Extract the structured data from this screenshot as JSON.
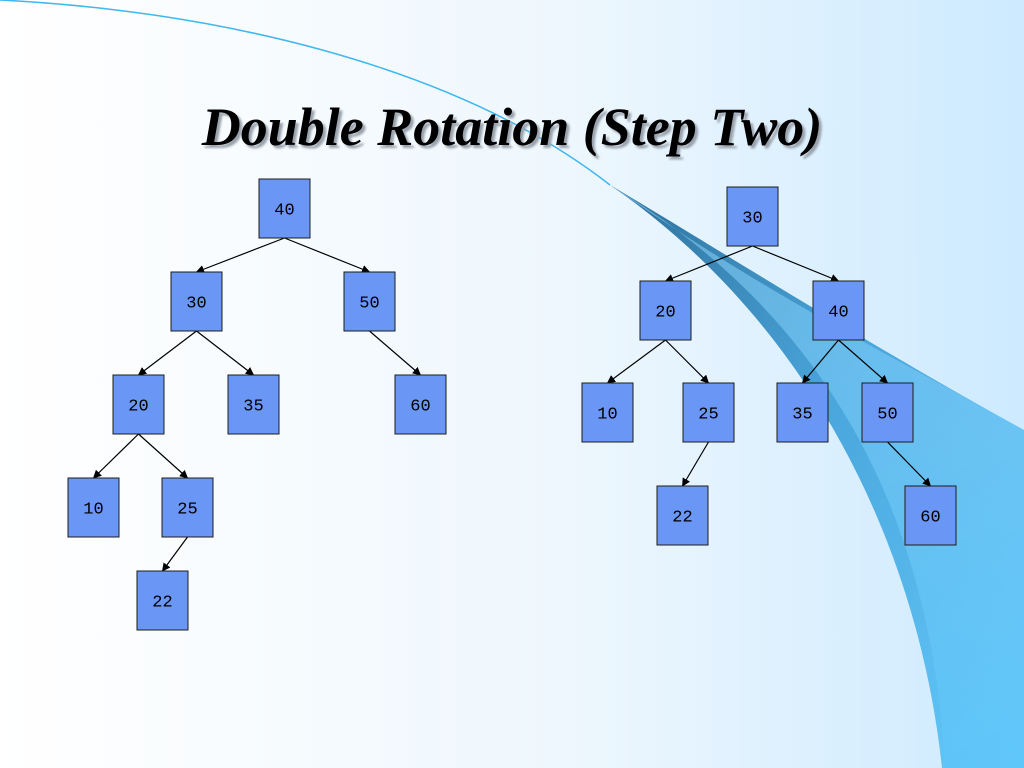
{
  "slide": {
    "title": "Double Rotation (Step Two)"
  },
  "colors": {
    "node_fill": "#6a96f5",
    "node_border": "#1c1c1c",
    "edge": "#000000",
    "accent_swoosh": "#5ac8fa"
  },
  "trees": [
    {
      "id": "before",
      "nodes": [
        {
          "id": "b40",
          "label": "40",
          "parent": null
        },
        {
          "id": "b30",
          "label": "30",
          "parent": "b40"
        },
        {
          "id": "b50",
          "label": "50",
          "parent": "b40"
        },
        {
          "id": "b20",
          "label": "20",
          "parent": "b30"
        },
        {
          "id": "b35",
          "label": "35",
          "parent": "b30"
        },
        {
          "id": "b60",
          "label": "60",
          "parent": "b50"
        },
        {
          "id": "b10",
          "label": "10",
          "parent": "b20"
        },
        {
          "id": "b25",
          "label": "25",
          "parent": "b20"
        },
        {
          "id": "b22",
          "label": "22",
          "parent": "b25"
        }
      ]
    },
    {
      "id": "after",
      "nodes": [
        {
          "id": "a30",
          "label": "30",
          "parent": null
        },
        {
          "id": "a20",
          "label": "20",
          "parent": "a30"
        },
        {
          "id": "a40",
          "label": "40",
          "parent": "a30"
        },
        {
          "id": "a10",
          "label": "10",
          "parent": "a20"
        },
        {
          "id": "a25",
          "label": "25",
          "parent": "a20"
        },
        {
          "id": "a35",
          "label": "35",
          "parent": "a40"
        },
        {
          "id": "a50",
          "label": "50",
          "parent": "a40"
        },
        {
          "id": "a22",
          "label": "22",
          "parent": "a25"
        },
        {
          "id": "a60",
          "label": "60",
          "parent": "a50"
        }
      ]
    }
  ]
}
